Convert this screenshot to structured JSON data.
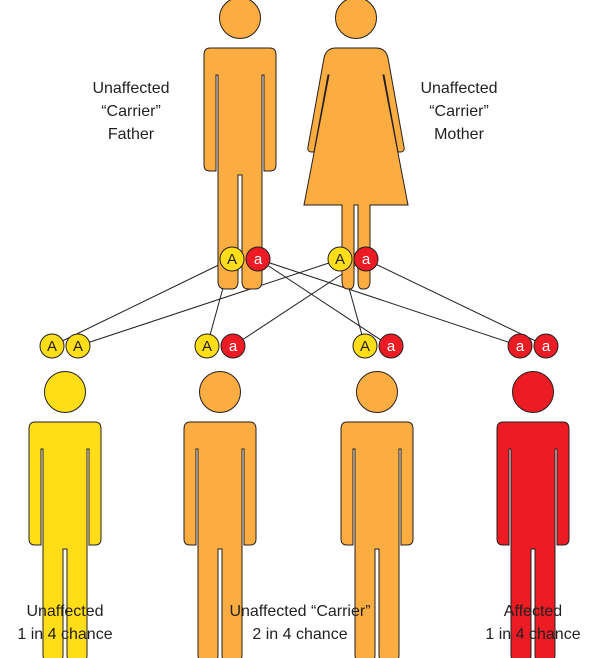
{
  "colors": {
    "carrier": "#FBAD41",
    "unaffected": "#FFDE17",
    "affected": "#ED1C24",
    "line": "#231F20",
    "allele_dominant_fill": "#FFDE17",
    "allele_recessive_fill": "#ED1C24"
  },
  "parents": {
    "father": {
      "icon": "male-figure-icon",
      "label_lines": [
        "Unaffected",
        "“Carrier”",
        "Father"
      ],
      "alleles": [
        "A",
        "a"
      ]
    },
    "mother": {
      "icon": "female-figure-icon",
      "label_lines": [
        "Unaffected",
        "“Carrier”",
        "Mother"
      ],
      "alleles": [
        "A",
        "a"
      ]
    }
  },
  "children": [
    {
      "alleles": [
        "A",
        "A"
      ],
      "status": "unaffected"
    },
    {
      "alleles": [
        "A",
        "a"
      ],
      "status": "carrier"
    },
    {
      "alleles": [
        "A",
        "a"
      ],
      "status": "carrier"
    },
    {
      "alleles": [
        "a",
        "a"
      ],
      "status": "affected"
    }
  ],
  "captions": {
    "unaffected": [
      "Unaffected",
      "1 in 4 chance"
    ],
    "carrier": [
      "Unaffected “Carrier”",
      "2 in 4 chance"
    ],
    "affected": [
      "Affected",
      "1 in 4 chance"
    ]
  }
}
